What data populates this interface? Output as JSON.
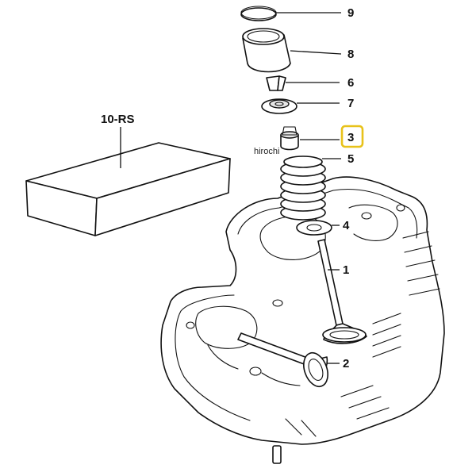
{
  "labels": {
    "valve_1": "1",
    "valve_2": "2",
    "part_3": "3",
    "part_4": "4",
    "part_5": "5",
    "part_6": "6",
    "part_7": "7",
    "part_8": "8",
    "part_9": "9",
    "kit_10": "10-RS"
  },
  "highlighted_part": "3",
  "highlight_color": "#e8c21a",
  "watermark": "hirochi"
}
